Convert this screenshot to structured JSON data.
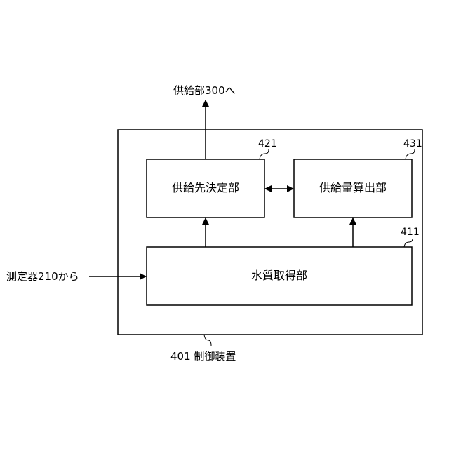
{
  "labels": {
    "output_to_supply": "供給部300へ",
    "input_from_sensor": "測定器210から",
    "control_device": "401 制御装置"
  },
  "blocks": {
    "destination_decision": {
      "name": "供給先決定部",
      "ref": "421"
    },
    "amount_calculation": {
      "name": "供給量算出部",
      "ref": "431"
    },
    "water_quality_acquisition": {
      "name": "水質取得部",
      "ref": "411"
    }
  }
}
